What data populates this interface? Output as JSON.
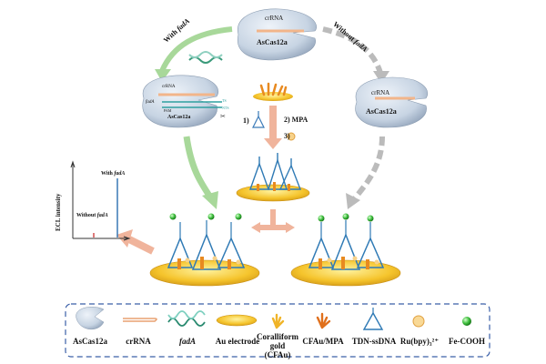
{
  "enzyme": {
    "top_crrna": "crRNA",
    "top_name": "AsCas12a",
    "left_crrna": "crRNA",
    "left_name": "AsCas12a",
    "left_fada": "fadA",
    "left_pam": "PAM",
    "left_ts": "TS",
    "left_nts": "NTS",
    "right_crrna": "crRNA",
    "right_name": "AsCas12a"
  },
  "arrows": {
    "with_prefix": "With ",
    "with_target": "fadA",
    "without_prefix": "Without ",
    "without_target": "fadA"
  },
  "steps": {
    "step1": "1)",
    "step2": "2) MPA",
    "step3": "3)"
  },
  "plot": {
    "ylabel": "ECL intensity",
    "with_label_prefix": "With ",
    "with_label_target": "fadA",
    "without_label_prefix": "Without ",
    "without_label_target": "fadA"
  },
  "colors": {
    "green_arrow": "#a8d89a",
    "gray_arrow": "#b8b8b8",
    "peach_arrow": "#f0b49c",
    "gold": "#f2c234",
    "protein": "#cdd9e6",
    "legend_border": "#3a5fa8"
  },
  "legend": [
    {
      "icon": "ascas12a-icon",
      "label": "AsCas12a"
    },
    {
      "icon": "crrna-icon",
      "label": "crRNA"
    },
    {
      "icon": "fada-dna-icon",
      "label": "fadA"
    },
    {
      "icon": "au-electrode-icon",
      "label": "Au electrode"
    },
    {
      "icon": "coralliform-gold-icon",
      "label": "Coralliform gold (CFAu)"
    },
    {
      "icon": "cfau-mpa-icon",
      "label": "CFAu/MPA"
    },
    {
      "icon": "tdn-ssdna-icon",
      "label": "TDN-ssDNA"
    },
    {
      "icon": "ru-bpy-icon",
      "label": "Ru(bpy)₃²⁺"
    },
    {
      "icon": "fe-cooh-icon",
      "label": "Fe-COOH"
    }
  ]
}
